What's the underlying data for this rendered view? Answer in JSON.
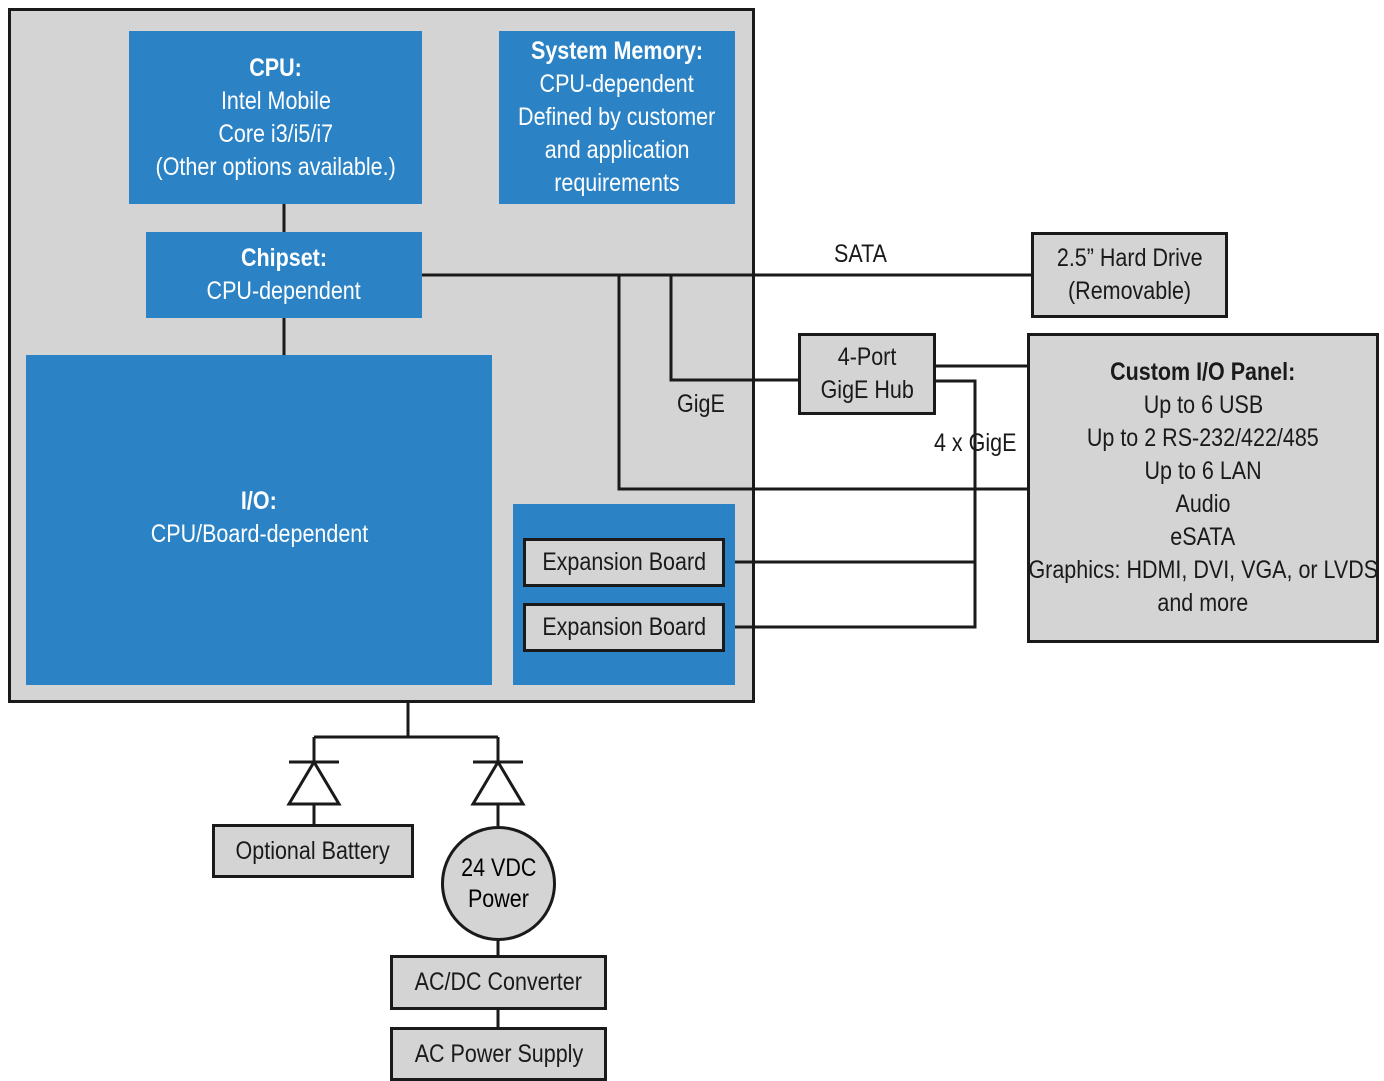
{
  "cpu": {
    "title": "CPU:",
    "lines": [
      "Intel Mobile",
      "Core i3/i5/i7",
      "(Other options available.)"
    ]
  },
  "memory": {
    "title": "System Memory:",
    "lines": [
      "CPU-dependent",
      "Defined by customer",
      "and application",
      "requirements"
    ]
  },
  "chipset": {
    "title": "Chipset:",
    "line": "CPU-dependent"
  },
  "io": {
    "title": "I/O:",
    "line": "CPU/Board-dependent"
  },
  "expansion": {
    "board1": "Expansion Board",
    "board2": "Expansion Board"
  },
  "hard_drive": {
    "line1": "2.5” Hard Drive",
    "line2": "(Removable)"
  },
  "hub": {
    "line1": "4-Port",
    "line2": "GigE Hub"
  },
  "io_panel": {
    "title": "Custom I/O Panel:",
    "lines": [
      "Up to 6 USB",
      "Up to 2 RS-232/422/485",
      "Up to 6 LAN",
      "Audio",
      "eSATA",
      "Graphics: HDMI, DVI, VGA, or LVDS",
      "and more"
    ]
  },
  "labels": {
    "sata": "SATA",
    "gige": "GigE",
    "four_gige": "4 x GigE"
  },
  "power": {
    "battery": "Optional Battery",
    "vdc_line1": "24 VDC",
    "vdc_line2": "Power",
    "converter": "AC/DC Converter",
    "supply": "AC Power Supply"
  },
  "colors": {
    "blue": "#2b83c6",
    "gray": "#d4d4d4",
    "line": "#1a1a1a"
  }
}
